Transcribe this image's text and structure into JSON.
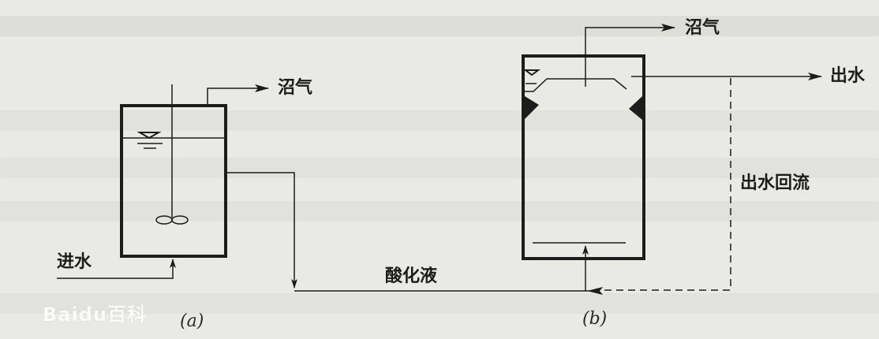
{
  "figure": {
    "panel_a": {
      "caption": "(a)",
      "labels": {
        "biogas": "沼气",
        "inflow": "进水"
      }
    },
    "panel_b": {
      "caption": "(b)",
      "labels": {
        "biogas": "沼气",
        "outflow": "出水",
        "recycle": "出水回流"
      }
    },
    "connector": {
      "label": "酸化液"
    },
    "watermark": "Baidu百科",
    "colors": {
      "background": "#e9e9e6",
      "line": "#1c1c1c",
      "bleed_text": "#d4d4d0"
    }
  }
}
